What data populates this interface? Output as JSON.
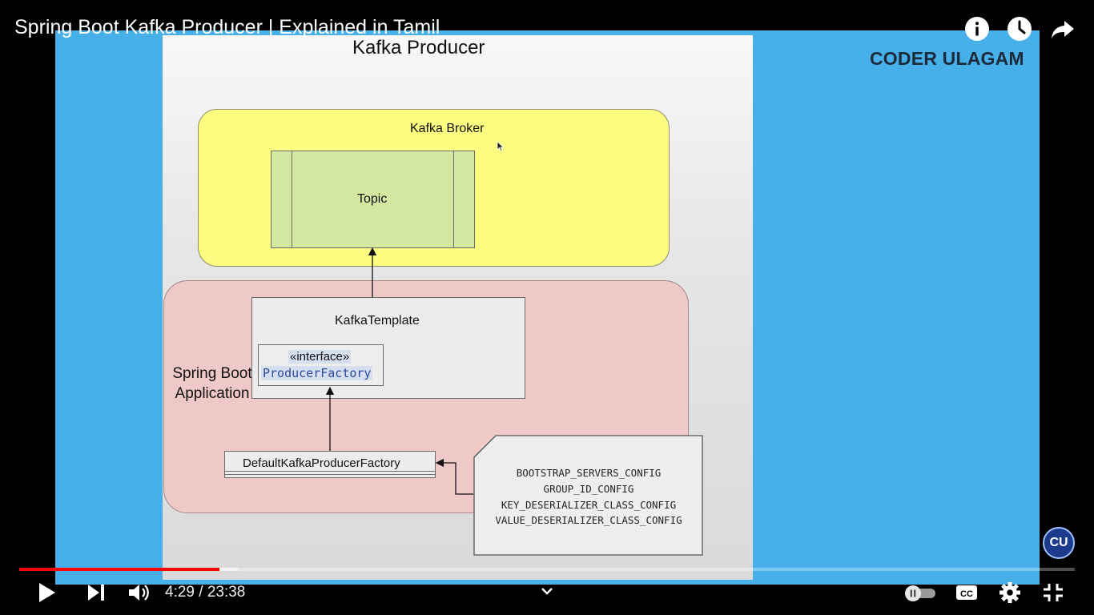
{
  "video": {
    "title": "Spring Boot Kafka Producer | Explained in Tamil",
    "current_time": "4:29",
    "duration": "23:38",
    "time_separator": " / ",
    "progress_fraction": 0.19,
    "buffered_fraction": 0.207
  },
  "slide": {
    "title": "Kafka Producer",
    "channel_name": "CODER ULAGAM",
    "broker_label": "Kafka Broker",
    "topic_label": "Topic",
    "spring_label": "Spring Boot Application",
    "template_label": "KafkaTemplate",
    "interface_stereotype": "«interface»",
    "interface_name": "ProducerFactory",
    "default_factory_label": "DefaultKafkaProducerFactory",
    "config_lines": [
      "BOOTSTRAP_SERVERS_CONFIG",
      "GROUP_ID_CONFIG",
      "KEY_DESERIALIZER_CLASS_CONFIG",
      "VALUE_DESERIALIZER_CLASS_CONFIG"
    ]
  },
  "colors": {
    "progress": "#ff0000",
    "frame_bg": "#47b0e8",
    "broker_fill": "#fdfd82",
    "topic_fill": "#d4e8a1",
    "spring_fill": "#efc8c8"
  },
  "icons": {
    "top": [
      "info-icon",
      "watch-later-icon",
      "share-icon"
    ],
    "controls": [
      "play-icon",
      "next-icon",
      "volume-icon",
      "chapters-chevron-icon",
      "autoplay-toggle-icon",
      "captions-icon",
      "settings-icon",
      "exit-fullscreen-icon"
    ],
    "watermark": "coder-ulagam-logo-icon"
  }
}
